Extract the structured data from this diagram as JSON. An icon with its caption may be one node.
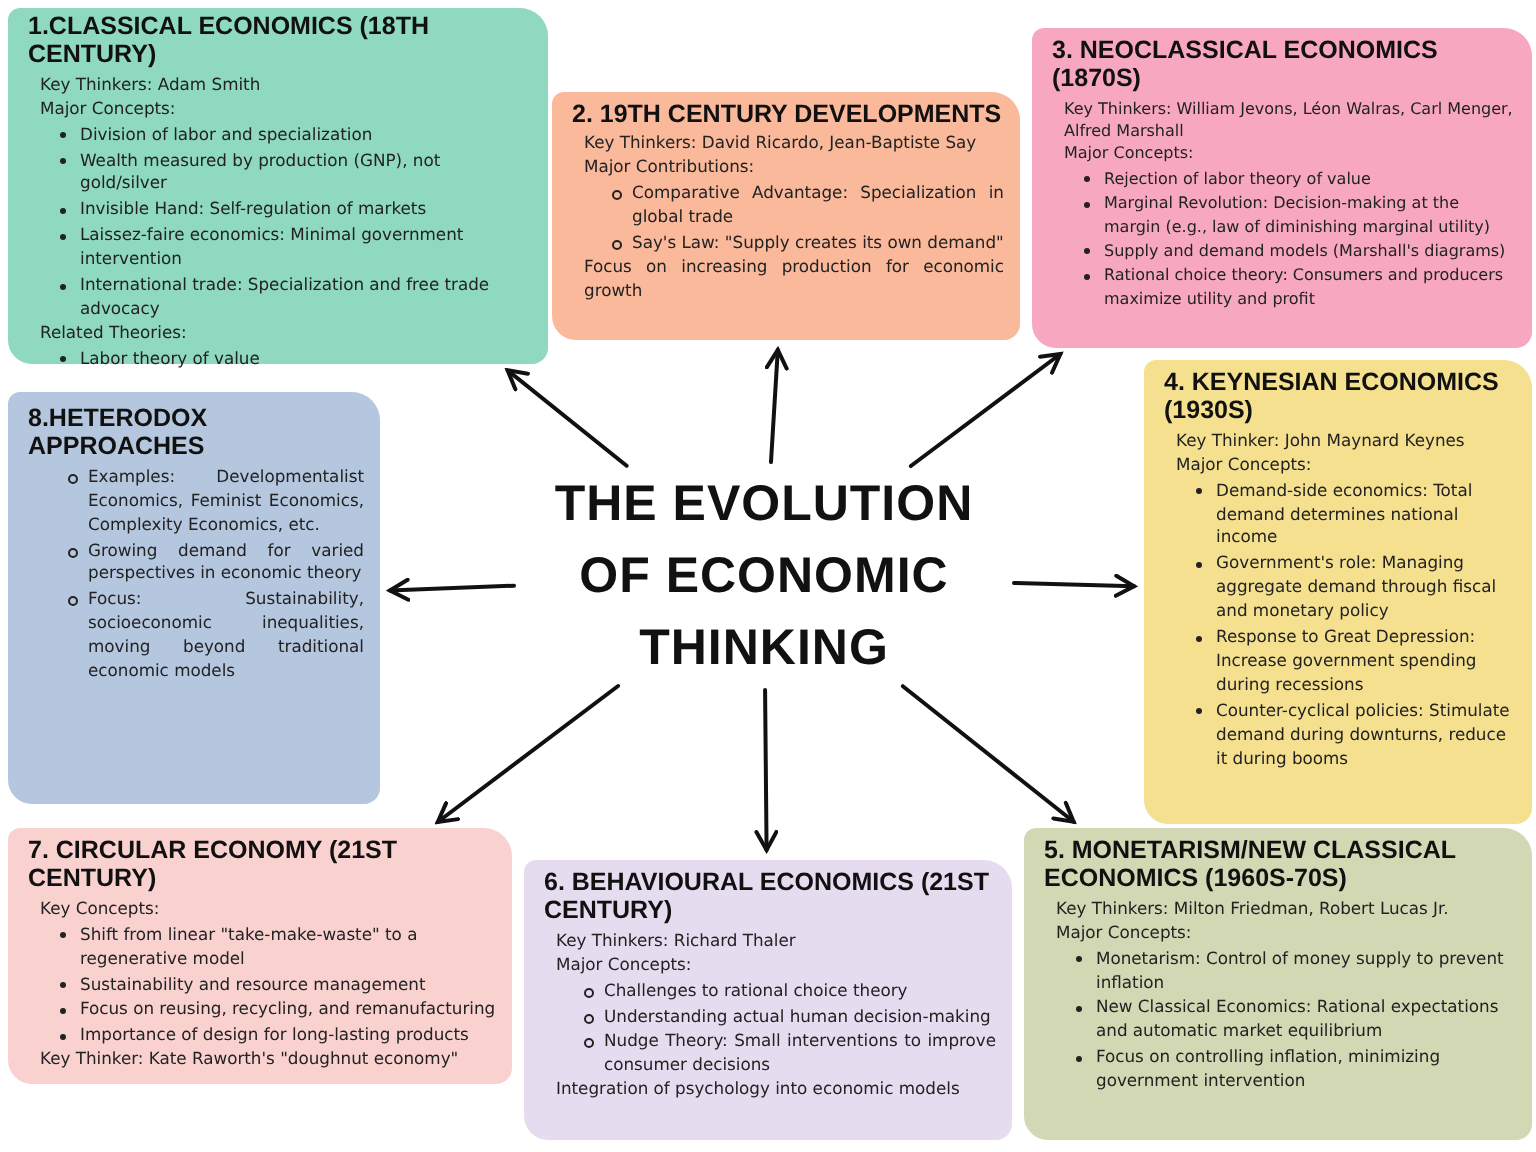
{
  "diagram": {
    "nodes": [
      {
        "text": [
          "1.CLASSICAL ECONOMICS (18TH CENTURY)",
          "Key Thinkers: Adam Smith",
          "Major Concepts:",
          "Division of labor and specialization",
          "Wealth measured by production (GNP), not gold/silver",
          "Invisible Hand: Self-regulation of markets",
          "Laissez-faire economics: Minimal government intervention",
          "International trade: Specialization and free trade advocacy",
          "Related Theories:",
          "Labor theory of value"
        ]
      },
      {
        "text": [
          "2. 19TH CENTURY DEVELOPMENTS",
          "Key Thinkers: David Ricardo, Jean-Baptiste Say",
          "Major Contributions:",
          "Comparative Advantage: Specialization in global trade",
          "Say's Law: \"Supply creates its own demand\"",
          "Focus on increasing production for economic growth"
        ]
      },
      {
        "text": [
          "3. NEOCLASSICAL ECONOMICS (1870S)",
          "Key Thinkers: William Jevons, Léon Walras, Carl Menger, Alfred Marshall",
          "Major Concepts:",
          "Rejection of labor theory of value",
          "Marginal Revolution: Decision-making at the margin (e.g., law of diminishing marginal utility)",
          "Supply and demand models (Marshall's diagrams)",
          "Rational choice theory: Consumers and producers maximize utility and profit"
        ]
      },
      {
        "text": [
          "8.HETERODOX APPROACHES",
          "Examples: Developmentalist Economics, Feminist Economics, Complexity Economics, etc.",
          "Growing demand for varied perspectives in economic theory",
          "Focus: Sustainability, socioeconomic inequalities, moving beyond traditional economic models"
        ]
      },
      {
        "text": [
          "THE EVOLUTION OF ECONOMIC THINKING"
        ]
      },
      {
        "text": [
          "4. KEYNESIAN ECONOMICS (1930S)",
          "Key Thinker: John Maynard Keynes",
          "Major Concepts:",
          "Demand-side economics: Total demand determines national income",
          "Government's role: Managing aggregate demand through fiscal and monetary policy",
          "Response to Great Depression: Increase government spending during recessions",
          "Counter-cyclical policies: Stimulate demand during downturns, reduce it during booms"
        ]
      },
      {
        "text": [
          "7. CIRCULAR ECONOMY (21ST CENTURY)",
          "Key Concepts:",
          "Shift from linear \"take-make-waste\" to a regenerative model",
          "Sustainability and resource management",
          "Focus on reusing, recycling, and remanufacturing",
          "Importance of design for long-lasting products",
          "Key Thinker: Kate Raworth's \"doughnut economy\""
        ]
      },
      {
        "text": [
          "6. BEHAVIOURAL ECONOMICS (21ST CENTURY)",
          "Key Thinkers: Richard Thaler",
          "Major Concepts:",
          "Challenges to rational choice theory",
          "Understanding actual human decision-making",
          "Nudge Theory: Small interventions to improve consumer decisions",
          "Integration of psychology into economic models"
        ]
      },
      {
        "text": [
          "5. MONETARISM/NEW CLASSICAL ECONOMICS (1960S-70S)",
          "Key Thinkers: Milton Friedman, Robert Lucas Jr.",
          "Major Concepts:",
          "Monetarism: Control of money supply to prevent inflation",
          "New Classical Economics: Rational expectations and automatic market equilibrium",
          "Focus on controlling inflation, minimizing government intervention"
        ]
      }
    ],
    "edges": [
      {
        "from": 4,
        "to": 0,
        "arrow": "to"
      },
      {
        "from": 4,
        "to": 1,
        "arrow": "to"
      },
      {
        "from": 4,
        "to": 2,
        "arrow": "to"
      },
      {
        "from": 4,
        "to": 3,
        "arrow": "to"
      },
      {
        "from": 4,
        "to": 5,
        "arrow": "to"
      },
      {
        "from": 4,
        "to": 6,
        "arrow": "to"
      },
      {
        "from": 4,
        "to": 7,
        "arrow": "to"
      },
      {
        "from": 4,
        "to": 8,
        "arrow": "to"
      }
    ]
  }
}
